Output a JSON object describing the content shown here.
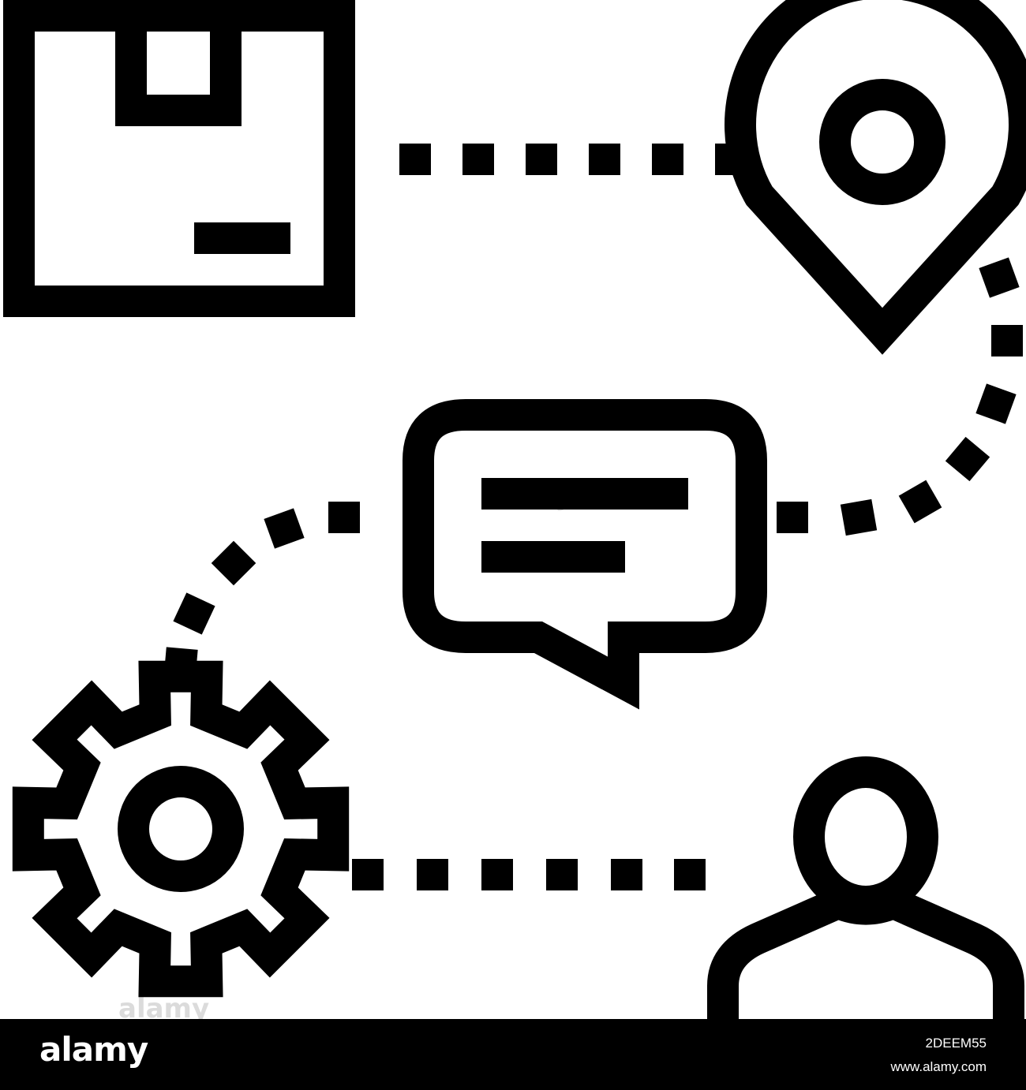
{
  "colors": {
    "ink": "#000000",
    "background": "#ffffff",
    "footer_text": "#ffffff",
    "watermark": "#9a9a9a"
  },
  "illustration": {
    "icons": [
      "package-box-icon",
      "location-pin-icon",
      "chat-bubble-icon",
      "gear-icon",
      "user-icon"
    ],
    "connectors": [
      "dotted-path-box-to-pin",
      "dotted-path-pin-to-chat",
      "dotted-path-chat-to-gear",
      "dotted-path-gear-to-user"
    ]
  },
  "watermark": {
    "text": "alamy"
  },
  "footer": {
    "brand": "alamy",
    "image_id": "2DEEM55",
    "site": "www.alamy.com"
  }
}
